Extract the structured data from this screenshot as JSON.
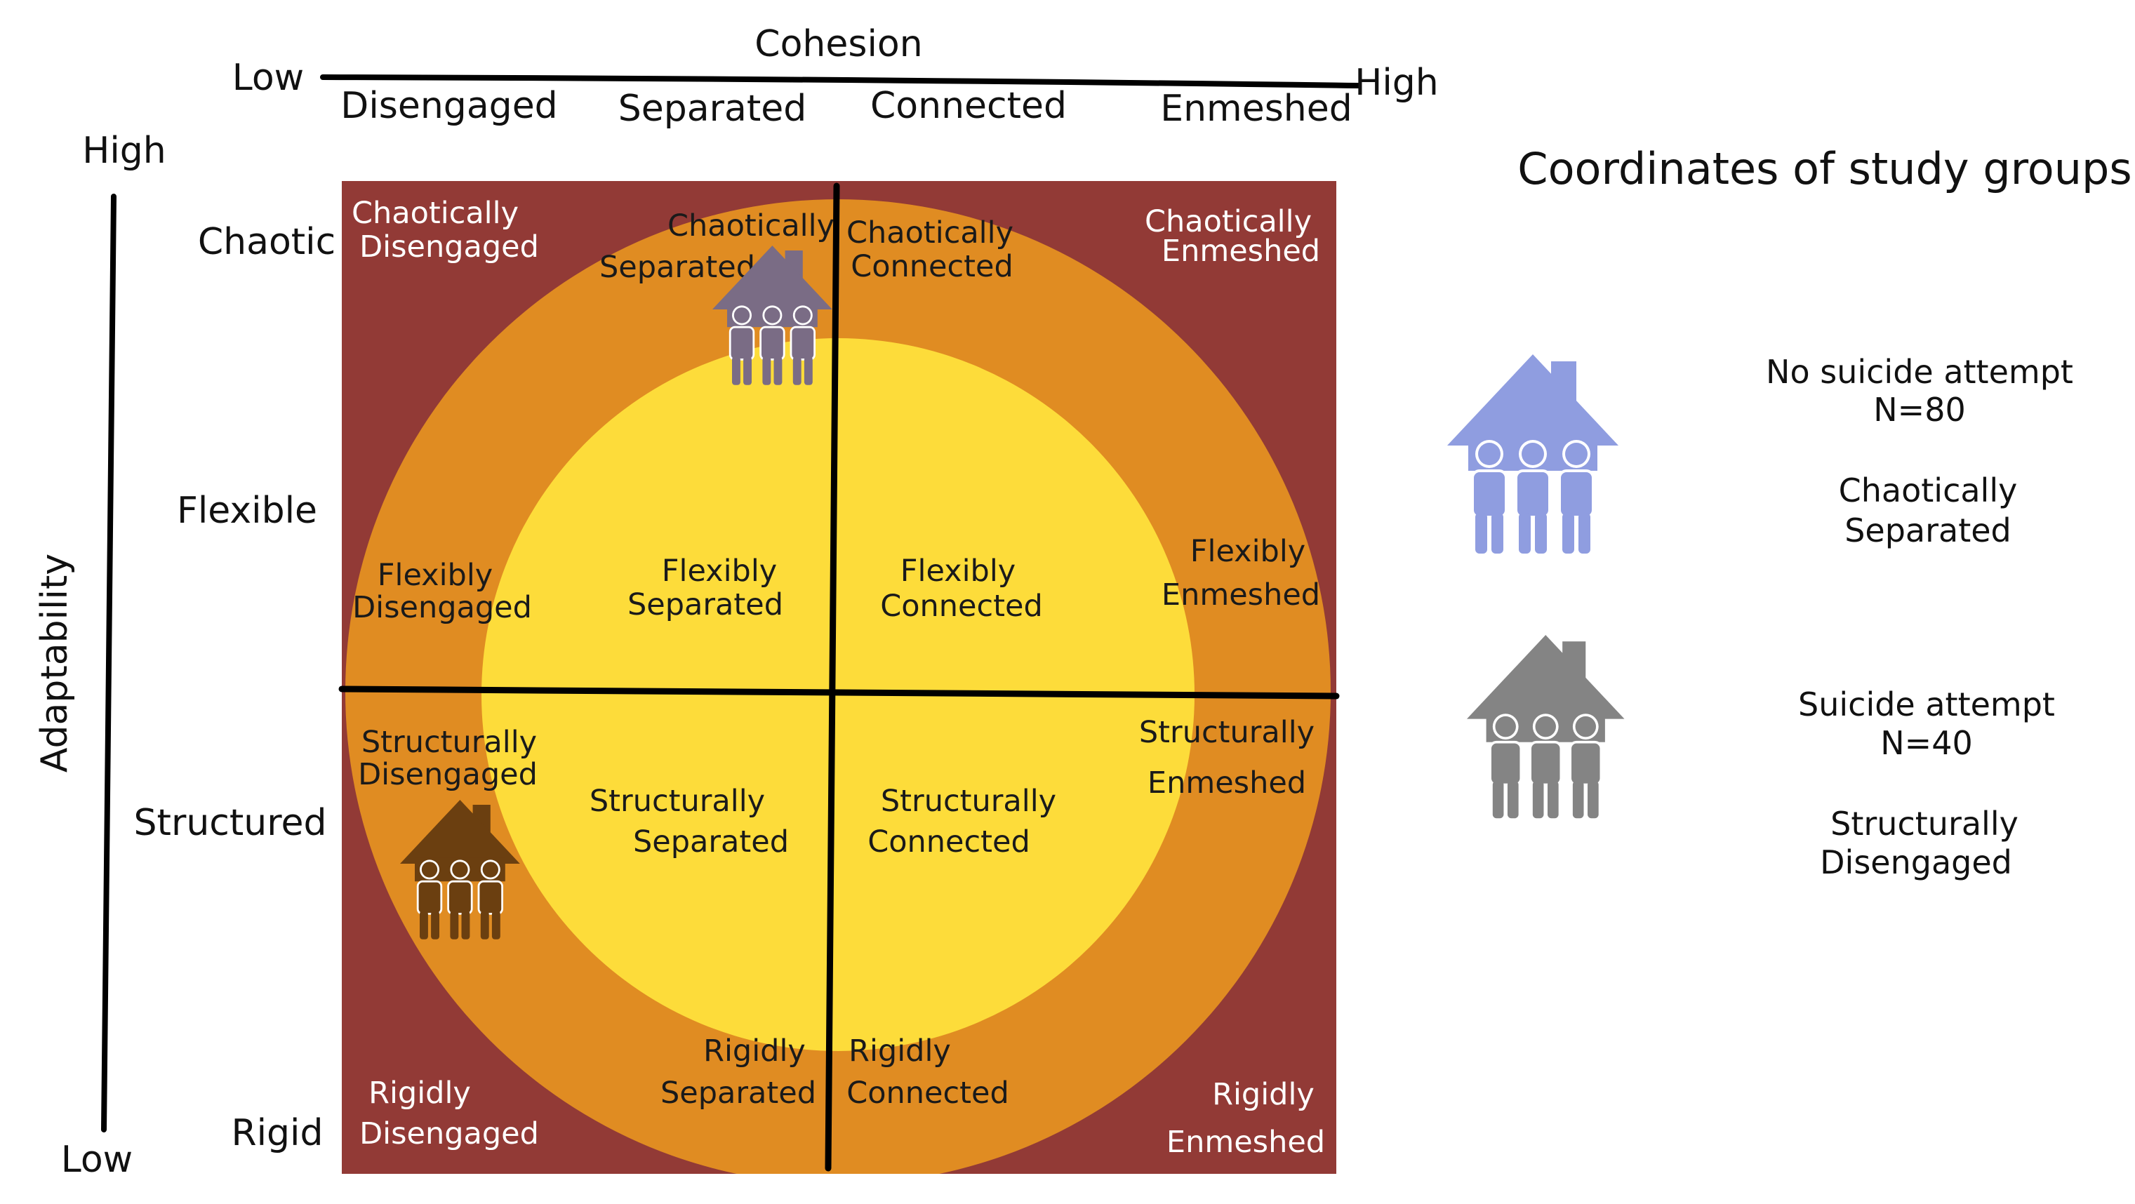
{
  "colors": {
    "outer": "#923a36",
    "middle": "#e08c22",
    "inner": "#fddc3a",
    "axis": "#000000",
    "no_attempt_house": "#8f9de0",
    "no_attempt_type": "#4a5fcf",
    "attempt_house": "#848484",
    "attempt_type": "#8c8c8c",
    "marker_top": "#7a6c85",
    "marker_bottom": "#6b3f10"
  },
  "cohesion": {
    "title": "Cohesion",
    "low": "Low",
    "high": "High",
    "levels": [
      "Disengaged",
      "Separated",
      "Connected",
      "Enmeshed"
    ]
  },
  "adaptability": {
    "title": "Adaptability",
    "high": "High",
    "low": "Low",
    "levels": [
      "Chaotic",
      "Flexible",
      "Structured",
      "Rigid"
    ]
  },
  "cells": {
    "chaotically_disengaged": [
      "Chaotically",
      "Disengaged"
    ],
    "chaotically_separated": [
      "Chaotically",
      "Separated"
    ],
    "chaotically_connected": [
      "Chaotically",
      "Connected"
    ],
    "chaotically_enmeshed": [
      "Chaotically",
      "Enmeshed"
    ],
    "flexibly_disengaged": [
      "Flexibly",
      "Disengaged"
    ],
    "flexibly_separated": [
      "Flexibly",
      "Separated"
    ],
    "flexibly_connected": [
      "Flexibly",
      "Connected"
    ],
    "flexibly_enmeshed": [
      "Flexibly",
      "Enmeshed"
    ],
    "structurally_disengaged": [
      "Structurally",
      "Disengaged"
    ],
    "structurally_separated": [
      "Structurally",
      "Separated"
    ],
    "structurally_connected": [
      "Structurally",
      "Connected"
    ],
    "structurally_enmeshed": [
      "Structurally",
      "Enmeshed"
    ],
    "rigidly_disengaged": [
      "Rigidly",
      "Disengaged"
    ],
    "rigidly_separated": [
      "Rigidly",
      "Separated"
    ],
    "rigidly_connected": [
      "Rigidly",
      "Connected"
    ],
    "rigidly_enmeshed": [
      "Rigidly",
      "Enmeshed"
    ]
  },
  "legend": {
    "title": "Coordinates of study groups",
    "groups": [
      {
        "label": "No suicide attempt",
        "n": "N=80",
        "type": [
          "Chaotically",
          "Separated"
        ],
        "icon": "family-house-icon"
      },
      {
        "label": "Suicide attempt",
        "n": "N=40",
        "type": [
          "Structurally",
          "Disengaged"
        ],
        "icon": "family-house-icon"
      }
    ]
  }
}
